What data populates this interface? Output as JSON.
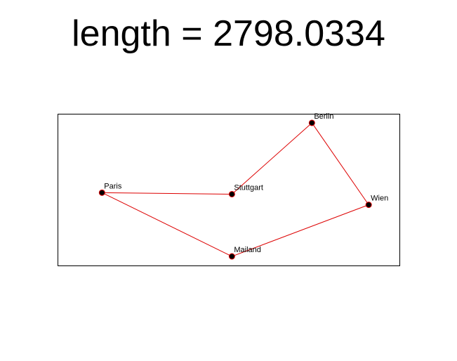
{
  "title": {
    "prefix": "length = ",
    "value": "2798.0334"
  },
  "colors": {
    "route": "#dd0000",
    "city_marker": "#000000",
    "frame": "#000000",
    "background": "#ffffff"
  },
  "chart_data": {
    "type": "scatter",
    "x_range": [
      0,
      1
    ],
    "y_range": [
      0,
      1
    ],
    "grid": false,
    "cities": [
      {
        "name": "Paris",
        "x": 0.13,
        "y": 0.48
      },
      {
        "name": "Stuttgart",
        "x": 0.51,
        "y": 0.47
      },
      {
        "name": "Berlin",
        "x": 0.744,
        "y": 0.94
      },
      {
        "name": "Wien",
        "x": 0.91,
        "y": 0.4
      },
      {
        "name": "Mailand",
        "x": 0.51,
        "y": 0.06
      }
    ],
    "route": [
      "Paris",
      "Stuttgart",
      "Berlin",
      "Wien",
      "Mailand",
      "Paris"
    ]
  }
}
